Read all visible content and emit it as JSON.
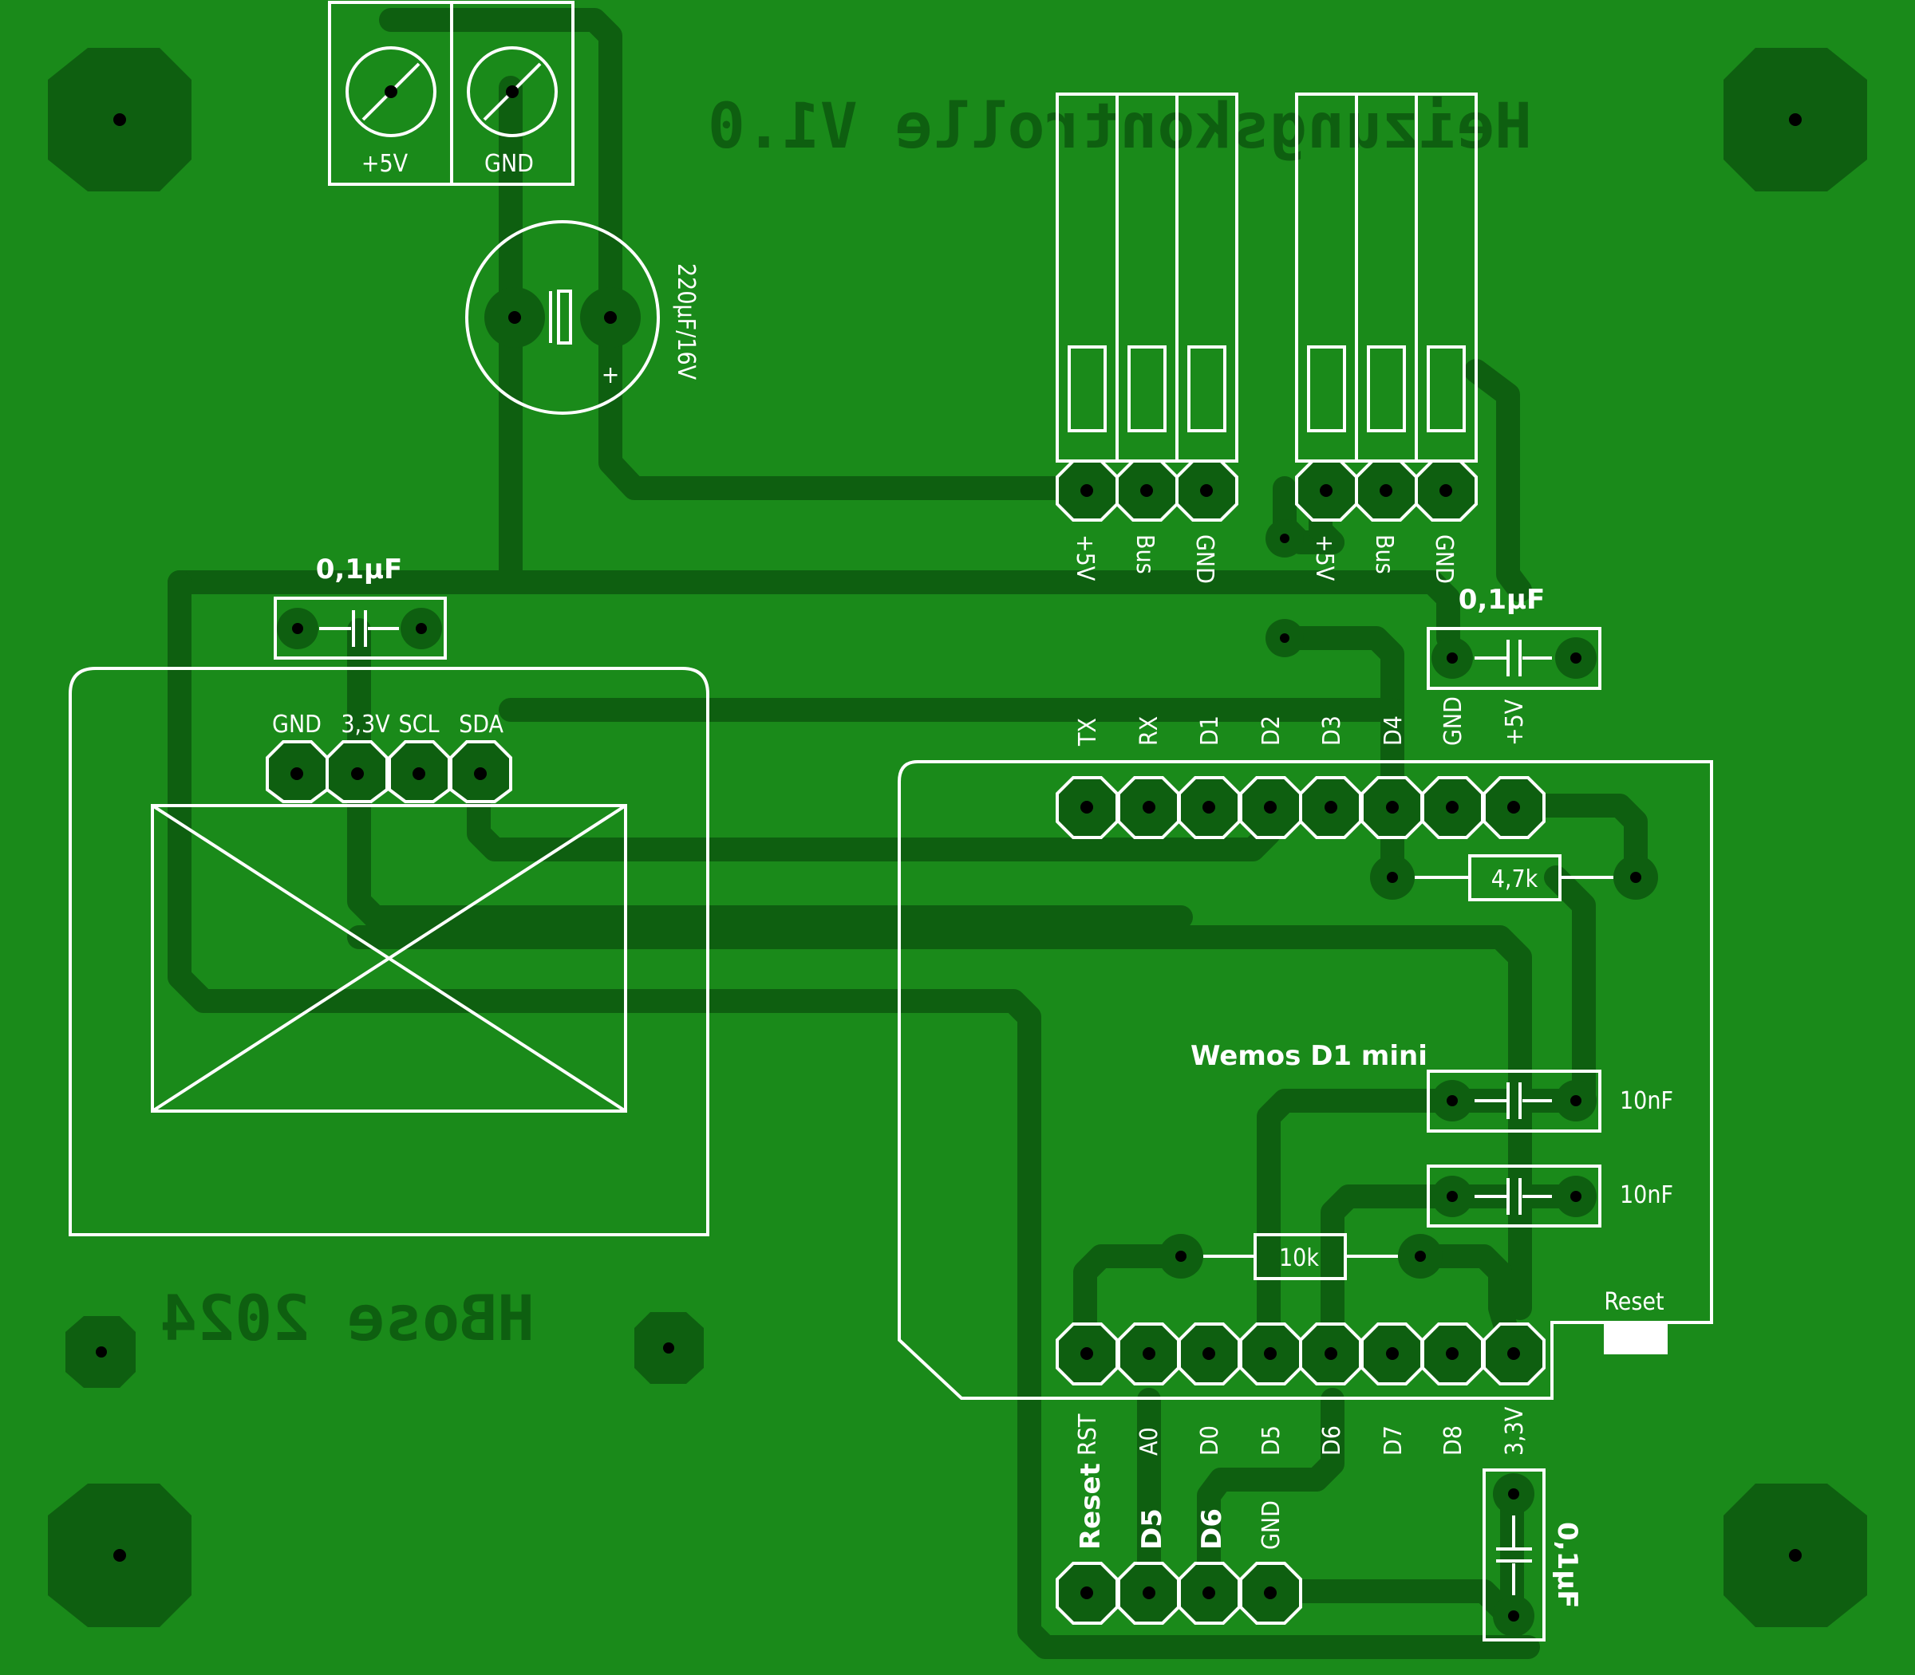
{
  "board": {
    "title_mirrored": "Heizungskontrolle V1.0",
    "author_mirrored": "HBose 2024",
    "colors": {
      "board": "#1a8a1a",
      "copper": "#0e5f10",
      "silk": "#ffffff",
      "drill": "#000000"
    }
  },
  "power_terminal": {
    "pin1": "+5V",
    "pin2": "GND"
  },
  "electrolytic_cap": {
    "value": "220µF/16V",
    "polarity": "+"
  },
  "sensor_connector_1": {
    "pins": [
      "+5V",
      "Bus",
      "GND"
    ]
  },
  "sensor_connector_2": {
    "pins": [
      "+5V",
      "Bus",
      "GND"
    ]
  },
  "caps": {
    "c_display": "0,1µF",
    "c_top_right": "0,1µF",
    "c_bottom": "0,1µF",
    "c_10nf_1": "10nF",
    "c_10nf_2": "10nF"
  },
  "display_header": {
    "pins": [
      "GND",
      "3,3V",
      "SCL",
      "SDA"
    ]
  },
  "wemos": {
    "label": "Wemos D1 mini",
    "top_pins": [
      "TX",
      "RX",
      "D1",
      "D2",
      "D3",
      "D4",
      "GND",
      "+5V"
    ],
    "bottom_pins": [
      "RST",
      "A0",
      "D0",
      "D5",
      "D6",
      "D7",
      "D8",
      "3,3V"
    ],
    "reset_label": "Reset"
  },
  "resistors": {
    "r_pullup": "4,7k",
    "r_reset": "10k"
  },
  "bottom_header": {
    "pins": [
      "Reset",
      "D5",
      "D6",
      "GND"
    ]
  }
}
